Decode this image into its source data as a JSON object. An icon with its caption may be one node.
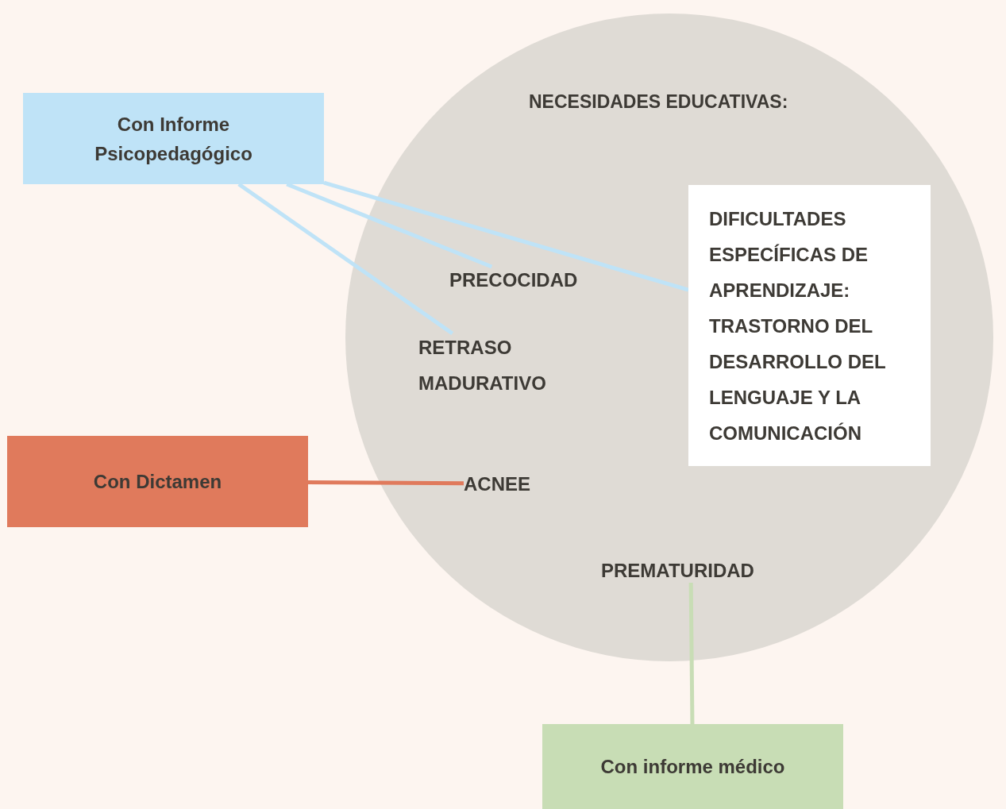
{
  "diagram": {
    "nodes": [
      {
        "text": [
          "NECESIDADES EDUCATIVAS:"
        ]
      },
      {
        "text": [
          "PRECOCIDAD"
        ],
        "in": 0
      },
      {
        "text": [
          "RETRASO MADURATIVO"
        ],
        "in": 0
      },
      {
        "text": [
          "DIFICULTADES ESPECÍFICAS DE APRENDIZAJE: TRASTORNO DEL DESARROLLO DEL LENGUAJE Y LA COMUNICACIÓN"
        ],
        "in": 0
      },
      {
        "text": [
          "ACNEE"
        ],
        "in": 0
      },
      {
        "text": [
          "PREMATURIDAD"
        ],
        "in": 0
      },
      {
        "text": [
          "Con Informe Psicopedagógico"
        ]
      },
      {
        "text": [
          "Con Dictamen"
        ]
      },
      {
        "text": [
          "Con informe médico"
        ]
      }
    ],
    "edges": [
      {
        "from": 6,
        "to": 3,
        "arrow": "none",
        "color": "#bfe3f7"
      },
      {
        "from": 6,
        "to": 1,
        "arrow": "none",
        "color": "#bfe3f7"
      },
      {
        "from": 6,
        "to": 2,
        "arrow": "none",
        "color": "#bfe3f7"
      },
      {
        "from": 7,
        "to": 4,
        "arrow": "none",
        "color": "#e07a5c"
      },
      {
        "from": 8,
        "to": 5,
        "arrow": "none",
        "color": "#c8ddb5"
      }
    ]
  }
}
